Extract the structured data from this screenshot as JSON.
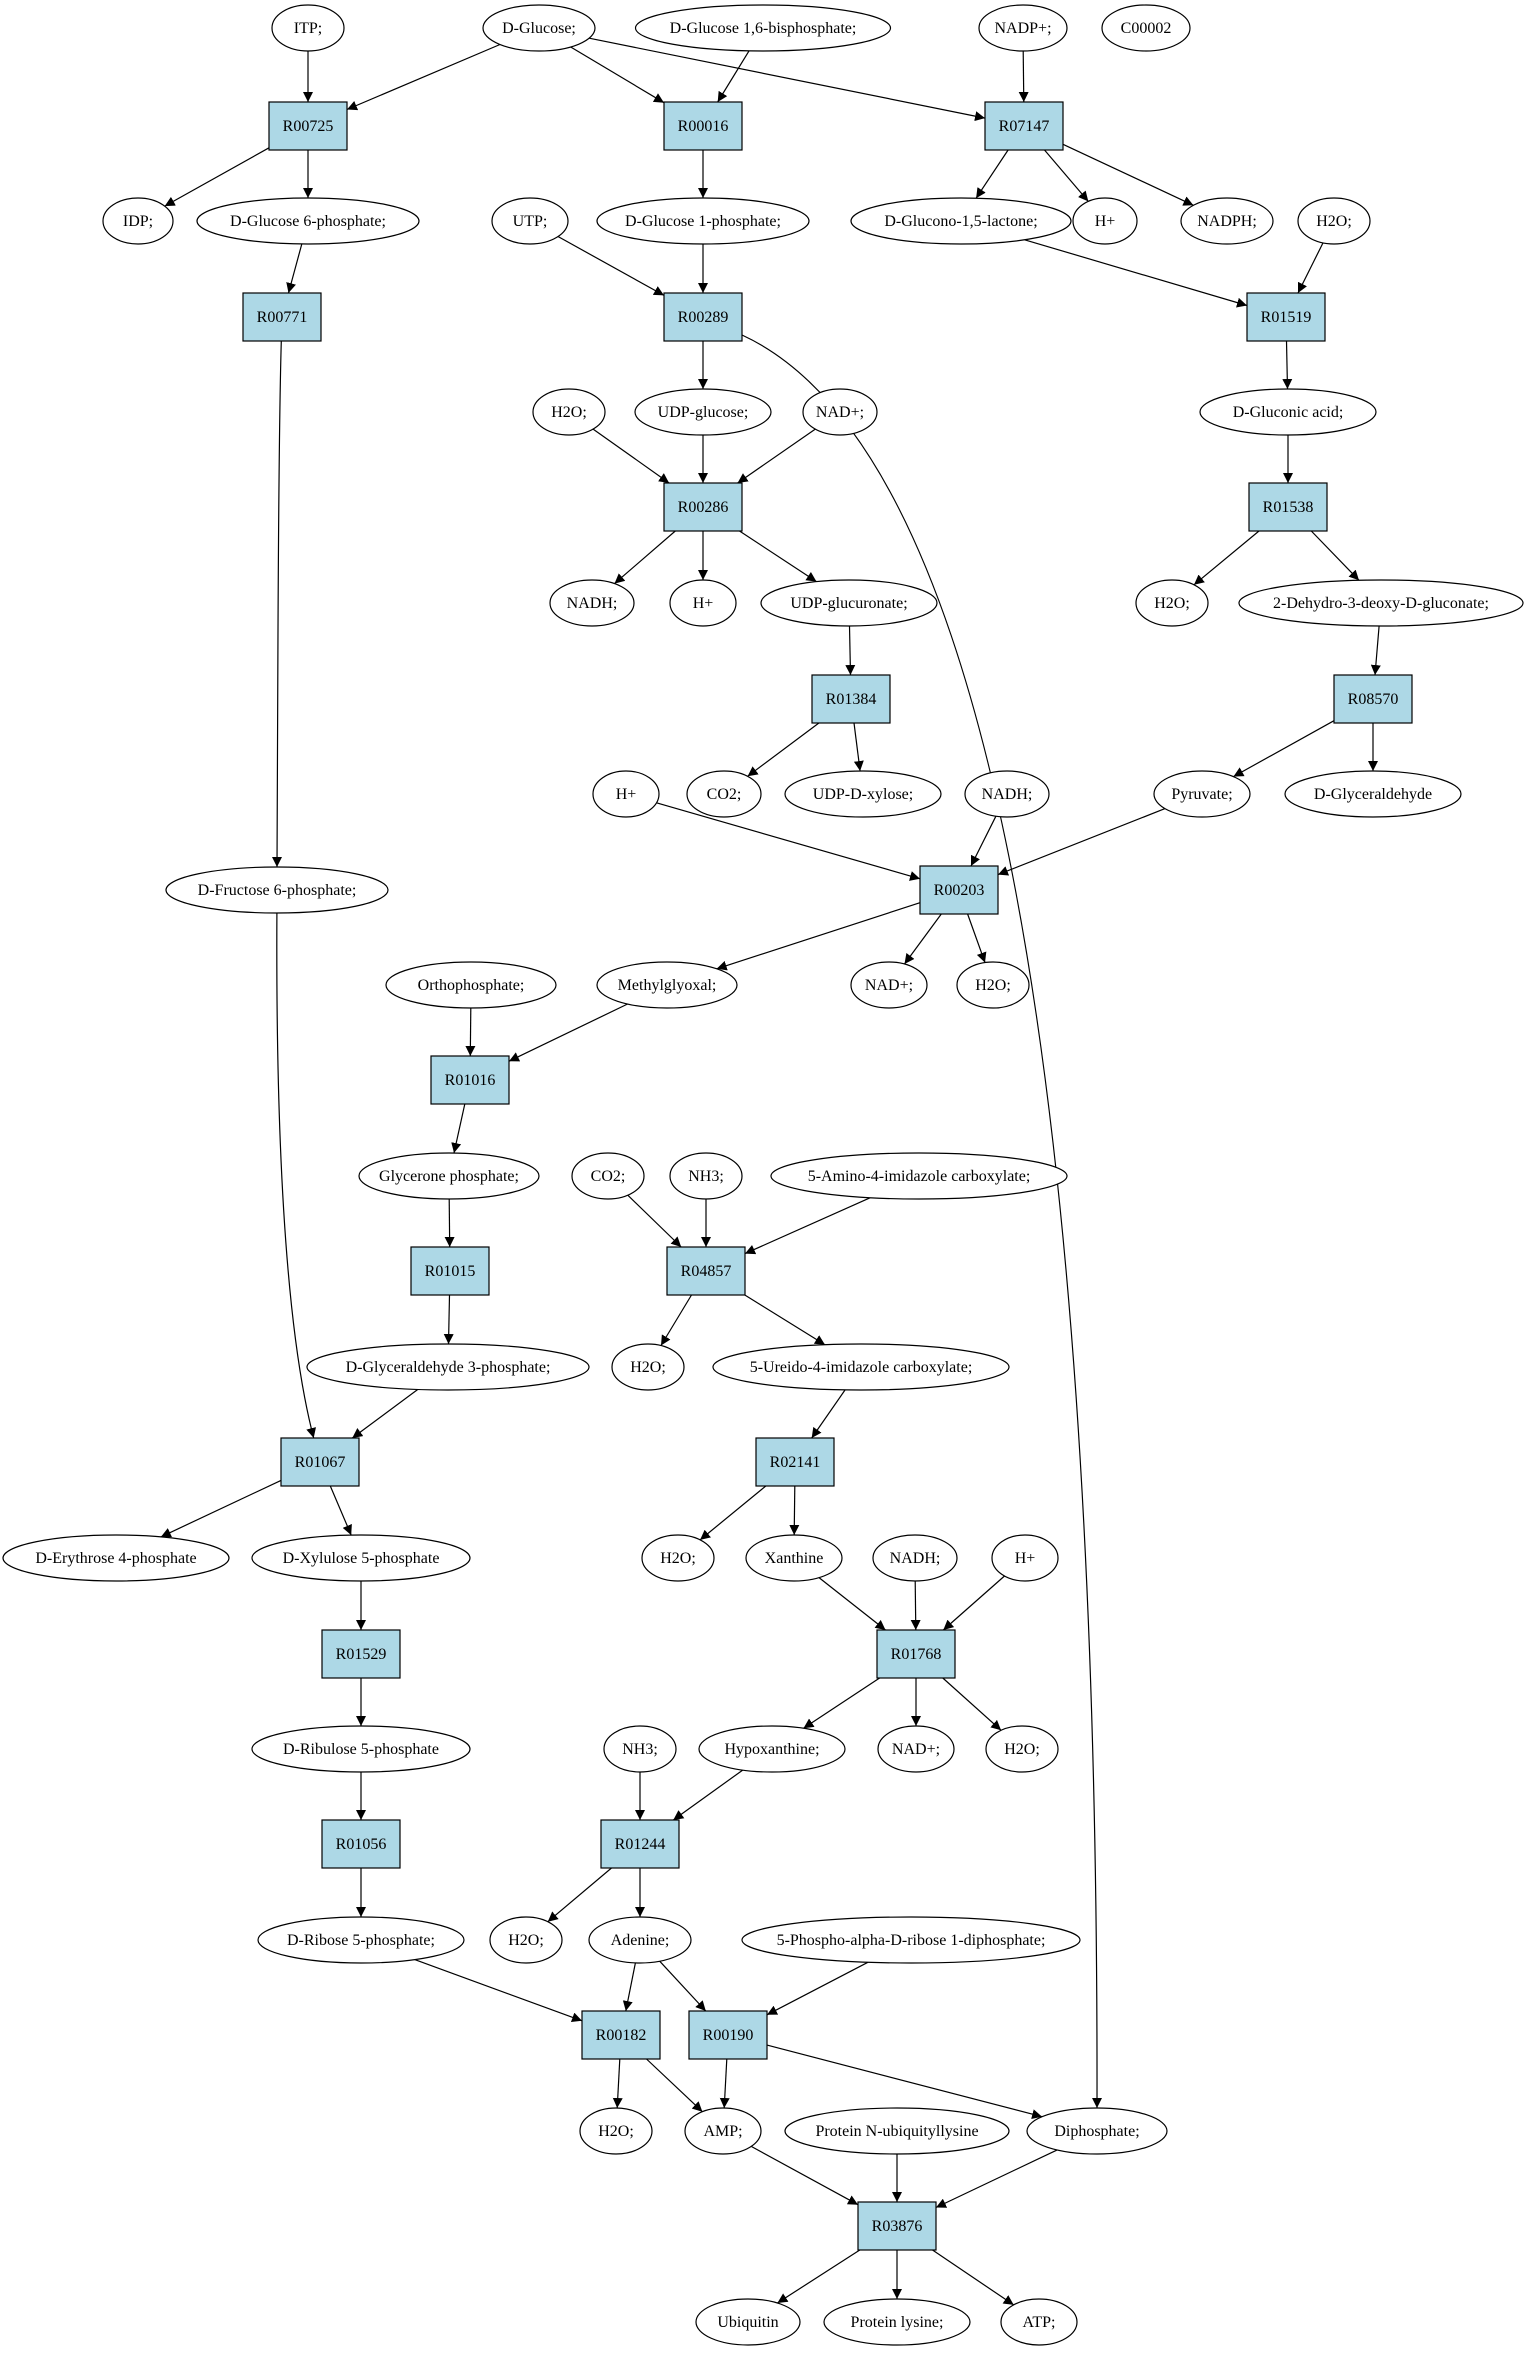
{
  "colors": {
    "reaction_fill": "#add8e6",
    "compound_fill": "#ffffff",
    "source_compound_fill": "#00ee00",
    "query_compound_fill": "#ffff00"
  },
  "nodes": {
    "ITP": {
      "label": "ITP;",
      "kind": "compound"
    },
    "DGlucose": {
      "label": "D-Glucose;",
      "kind": "compound",
      "highlight": "source"
    },
    "DG16BP": {
      "label": "D-Glucose 1,6-bisphosphate;",
      "kind": "compound"
    },
    "NADPp": {
      "label": "NADP+;",
      "kind": "compound"
    },
    "C00002": {
      "label": "C00002",
      "kind": "compound",
      "highlight": "query"
    },
    "R00725": {
      "label": "R00725",
      "kind": "reaction"
    },
    "R00016": {
      "label": "R00016",
      "kind": "reaction"
    },
    "R07147": {
      "label": "R07147",
      "kind": "reaction"
    },
    "IDP": {
      "label": "IDP;",
      "kind": "compound"
    },
    "DG6P": {
      "label": "D-Glucose 6-phosphate;",
      "kind": "compound"
    },
    "UTP": {
      "label": "UTP;",
      "kind": "compound"
    },
    "DG1P": {
      "label": "D-Glucose 1-phosphate;",
      "kind": "compound"
    },
    "DGL": {
      "label": "D-Glucono-1,5-lactone;",
      "kind": "compound"
    },
    "Hp1": {
      "label": "H+",
      "kind": "compound"
    },
    "NADPH": {
      "label": "NADPH;",
      "kind": "compound"
    },
    "H2O1": {
      "label": "H2O;",
      "kind": "compound"
    },
    "R00771": {
      "label": "R00771",
      "kind": "reaction"
    },
    "R00289": {
      "label": "R00289",
      "kind": "reaction"
    },
    "R01519": {
      "label": "R01519",
      "kind": "reaction"
    },
    "H2O2": {
      "label": "H2O;",
      "kind": "compound"
    },
    "UDPG": {
      "label": "UDP-glucose;",
      "kind": "compound"
    },
    "NADp1": {
      "label": "NAD+;",
      "kind": "compound"
    },
    "DGA": {
      "label": "D-Gluconic acid;",
      "kind": "compound"
    },
    "R00286": {
      "label": "R00286",
      "kind": "reaction"
    },
    "R01538": {
      "label": "R01538",
      "kind": "reaction"
    },
    "NADH1": {
      "label": "NADH;",
      "kind": "compound"
    },
    "Hp2": {
      "label": "H+",
      "kind": "compound"
    },
    "UDPGA": {
      "label": "UDP-glucuronate;",
      "kind": "compound"
    },
    "H2O3": {
      "label": "H2O;",
      "kind": "compound"
    },
    "DHDG": {
      "label": "2-Dehydro-3-deoxy-D-gluconate;",
      "kind": "compound"
    },
    "R01384": {
      "label": "R01384",
      "kind": "reaction"
    },
    "R08570": {
      "label": "R08570",
      "kind": "reaction"
    },
    "Hp3": {
      "label": "H+",
      "kind": "compound"
    },
    "CO2a": {
      "label": "CO2;",
      "kind": "compound"
    },
    "UDPX": {
      "label": "UDP-D-xylose;",
      "kind": "compound"
    },
    "NADH2": {
      "label": "NADH;",
      "kind": "compound"
    },
    "Pyr": {
      "label": "Pyruvate;",
      "kind": "compound"
    },
    "DGald": {
      "label": "D-Glyceraldehyde",
      "kind": "compound"
    },
    "F6P": {
      "label": "D-Fructose 6-phosphate;",
      "kind": "compound"
    },
    "R00203": {
      "label": "R00203",
      "kind": "reaction"
    },
    "Ortho": {
      "label": "Orthophosphate;",
      "kind": "compound"
    },
    "MGO": {
      "label": "Methylglyoxal;",
      "kind": "compound"
    },
    "NADp2": {
      "label": "NAD+;",
      "kind": "compound"
    },
    "H2O4": {
      "label": "H2O;",
      "kind": "compound"
    },
    "R01016": {
      "label": "R01016",
      "kind": "reaction"
    },
    "GlyP": {
      "label": "Glycerone phosphate;",
      "kind": "compound"
    },
    "CO2b": {
      "label": "CO2;",
      "kind": "compound"
    },
    "NH3a": {
      "label": "NH3;",
      "kind": "compound"
    },
    "AIC": {
      "label": "5-Amino-4-imidazole carboxylate;",
      "kind": "compound"
    },
    "R01015": {
      "label": "R01015",
      "kind": "reaction"
    },
    "R04857": {
      "label": "R04857",
      "kind": "reaction"
    },
    "G3P": {
      "label": "D-Glyceraldehyde 3-phosphate;",
      "kind": "compound"
    },
    "H2O5": {
      "label": "H2O;",
      "kind": "compound"
    },
    "UIC": {
      "label": "5-Ureido-4-imidazole carboxylate;",
      "kind": "compound"
    },
    "R01067": {
      "label": "R01067",
      "kind": "reaction"
    },
    "R02141": {
      "label": "R02141",
      "kind": "reaction"
    },
    "E4P": {
      "label": "D-Erythrose 4-phosphate",
      "kind": "compound"
    },
    "Xu5P": {
      "label": "D-Xylulose 5-phosphate",
      "kind": "compound"
    },
    "H2O6": {
      "label": "H2O;",
      "kind": "compound"
    },
    "Xan": {
      "label": "Xanthine",
      "kind": "compound"
    },
    "NADH3": {
      "label": "NADH;",
      "kind": "compound"
    },
    "Hp4": {
      "label": "H+",
      "kind": "compound"
    },
    "R01529": {
      "label": "R01529",
      "kind": "reaction"
    },
    "R01768": {
      "label": "R01768",
      "kind": "reaction"
    },
    "Ru5P": {
      "label": "D-Ribulose 5-phosphate",
      "kind": "compound"
    },
    "NH3b": {
      "label": "NH3;",
      "kind": "compound"
    },
    "Hyp": {
      "label": "Hypoxanthine;",
      "kind": "compound"
    },
    "NADp3": {
      "label": "NAD+;",
      "kind": "compound"
    },
    "H2O7": {
      "label": "H2O;",
      "kind": "compound"
    },
    "R01056": {
      "label": "R01056",
      "kind": "reaction"
    },
    "R01244": {
      "label": "R01244",
      "kind": "reaction"
    },
    "R5P": {
      "label": "D-Ribose 5-phosphate;",
      "kind": "compound"
    },
    "H2O8": {
      "label": "H2O;",
      "kind": "compound"
    },
    "Ade": {
      "label": "Adenine;",
      "kind": "compound"
    },
    "PRPP": {
      "label": "5-Phospho-alpha-D-ribose 1-diphosphate;",
      "kind": "compound"
    },
    "R00182": {
      "label": "R00182",
      "kind": "reaction"
    },
    "R00190": {
      "label": "R00190",
      "kind": "reaction"
    },
    "H2O9": {
      "label": "H2O;",
      "kind": "compound"
    },
    "AMP": {
      "label": "AMP;",
      "kind": "compound"
    },
    "PNUL": {
      "label": "Protein N-ubiquityllysine",
      "kind": "compound"
    },
    "Dip": {
      "label": "Diphosphate;",
      "kind": "compound"
    },
    "R03876": {
      "label": "R03876",
      "kind": "reaction"
    },
    "Ubq": {
      "label": "Ubiquitin",
      "kind": "compound"
    },
    "PLys": {
      "label": "Protein lysine;",
      "kind": "compound"
    },
    "ATP": {
      "label": "ATP;",
      "kind": "compound"
    }
  },
  "edges": [
    [
      "ITP",
      "R00725"
    ],
    [
      "DGlucose",
      "R00725"
    ],
    [
      "DGlucose",
      "R00016"
    ],
    [
      "DG16BP",
      "R00016"
    ],
    [
      "DGlucose",
      "R07147"
    ],
    [
      "NADPp",
      "R07147"
    ],
    [
      "R00725",
      "IDP"
    ],
    [
      "R00725",
      "DG6P"
    ],
    [
      "R00016",
      "DG1P"
    ],
    [
      "R07147",
      "DGL"
    ],
    [
      "R07147",
      "Hp1"
    ],
    [
      "R07147",
      "NADPH"
    ],
    [
      "DG6P",
      "R00771"
    ],
    [
      "UTP",
      "R00289"
    ],
    [
      "DG1P",
      "R00289"
    ],
    [
      "DGL",
      "R01519"
    ],
    [
      "H2O1",
      "R01519"
    ],
    [
      "R00289",
      "UDPG"
    ],
    [
      "R00289",
      "Dip"
    ],
    [
      "R01519",
      "DGA"
    ],
    [
      "H2O2",
      "R00286"
    ],
    [
      "UDPG",
      "R00286"
    ],
    [
      "NADp1",
      "R00286"
    ],
    [
      "DGA",
      "R01538"
    ],
    [
      "R00286",
      "NADH1"
    ],
    [
      "R00286",
      "Hp2"
    ],
    [
      "R00286",
      "UDPGA"
    ],
    [
      "R01538",
      "H2O3"
    ],
    [
      "R01538",
      "DHDG"
    ],
    [
      "UDPGA",
      "R01384"
    ],
    [
      "DHDG",
      "R08570"
    ],
    [
      "R01384",
      "CO2a"
    ],
    [
      "R01384",
      "UDPX"
    ],
    [
      "R08570",
      "Pyr"
    ],
    [
      "R08570",
      "DGald"
    ],
    [
      "R00771",
      "F6P"
    ],
    [
      "Hp3",
      "R00203"
    ],
    [
      "NADH2",
      "R00203"
    ],
    [
      "Pyr",
      "R00203"
    ],
    [
      "R00203",
      "MGO"
    ],
    [
      "R00203",
      "NADp2"
    ],
    [
      "R00203",
      "H2O4"
    ],
    [
      "Ortho",
      "R01016"
    ],
    [
      "MGO",
      "R01016"
    ],
    [
      "R01016",
      "GlyP"
    ],
    [
      "GlyP",
      "R01015"
    ],
    [
      "R01015",
      "G3P"
    ],
    [
      "CO2b",
      "R04857"
    ],
    [
      "NH3a",
      "R04857"
    ],
    [
      "AIC",
      "R04857"
    ],
    [
      "R04857",
      "H2O5"
    ],
    [
      "R04857",
      "UIC"
    ],
    [
      "F6P",
      "R01067"
    ],
    [
      "G3P",
      "R01067"
    ],
    [
      "R01067",
      "E4P"
    ],
    [
      "R01067",
      "Xu5P"
    ],
    [
      "UIC",
      "R02141"
    ],
    [
      "R02141",
      "H2O6"
    ],
    [
      "R02141",
      "Xan"
    ],
    [
      "Xan",
      "R01768"
    ],
    [
      "NADH3",
      "R01768"
    ],
    [
      "Hp4",
      "R01768"
    ],
    [
      "R01768",
      "Hyp"
    ],
    [
      "R01768",
      "NADp3"
    ],
    [
      "R01768",
      "H2O7"
    ],
    [
      "Xu5P",
      "R01529"
    ],
    [
      "R01529",
      "Ru5P"
    ],
    [
      "Ru5P",
      "R01056"
    ],
    [
      "R01056",
      "R5P"
    ],
    [
      "NH3b",
      "R01244"
    ],
    [
      "Hyp",
      "R01244"
    ],
    [
      "R01244",
      "H2O8"
    ],
    [
      "R01244",
      "Ade"
    ],
    [
      "R5P",
      "R00182"
    ],
    [
      "Ade",
      "R00182"
    ],
    [
      "Ade",
      "R00190"
    ],
    [
      "PRPP",
      "R00190"
    ],
    [
      "R00182",
      "H2O9"
    ],
    [
      "R00182",
      "AMP"
    ],
    [
      "R00190",
      "AMP"
    ],
    [
      "R00190",
      "Dip"
    ],
    [
      "AMP",
      "R03876"
    ],
    [
      "PNUL",
      "R03876"
    ],
    [
      "Dip",
      "R03876"
    ],
    [
      "R03876",
      "Ubq"
    ],
    [
      "R03876",
      "PLys"
    ],
    [
      "R03876",
      "ATP"
    ]
  ]
}
